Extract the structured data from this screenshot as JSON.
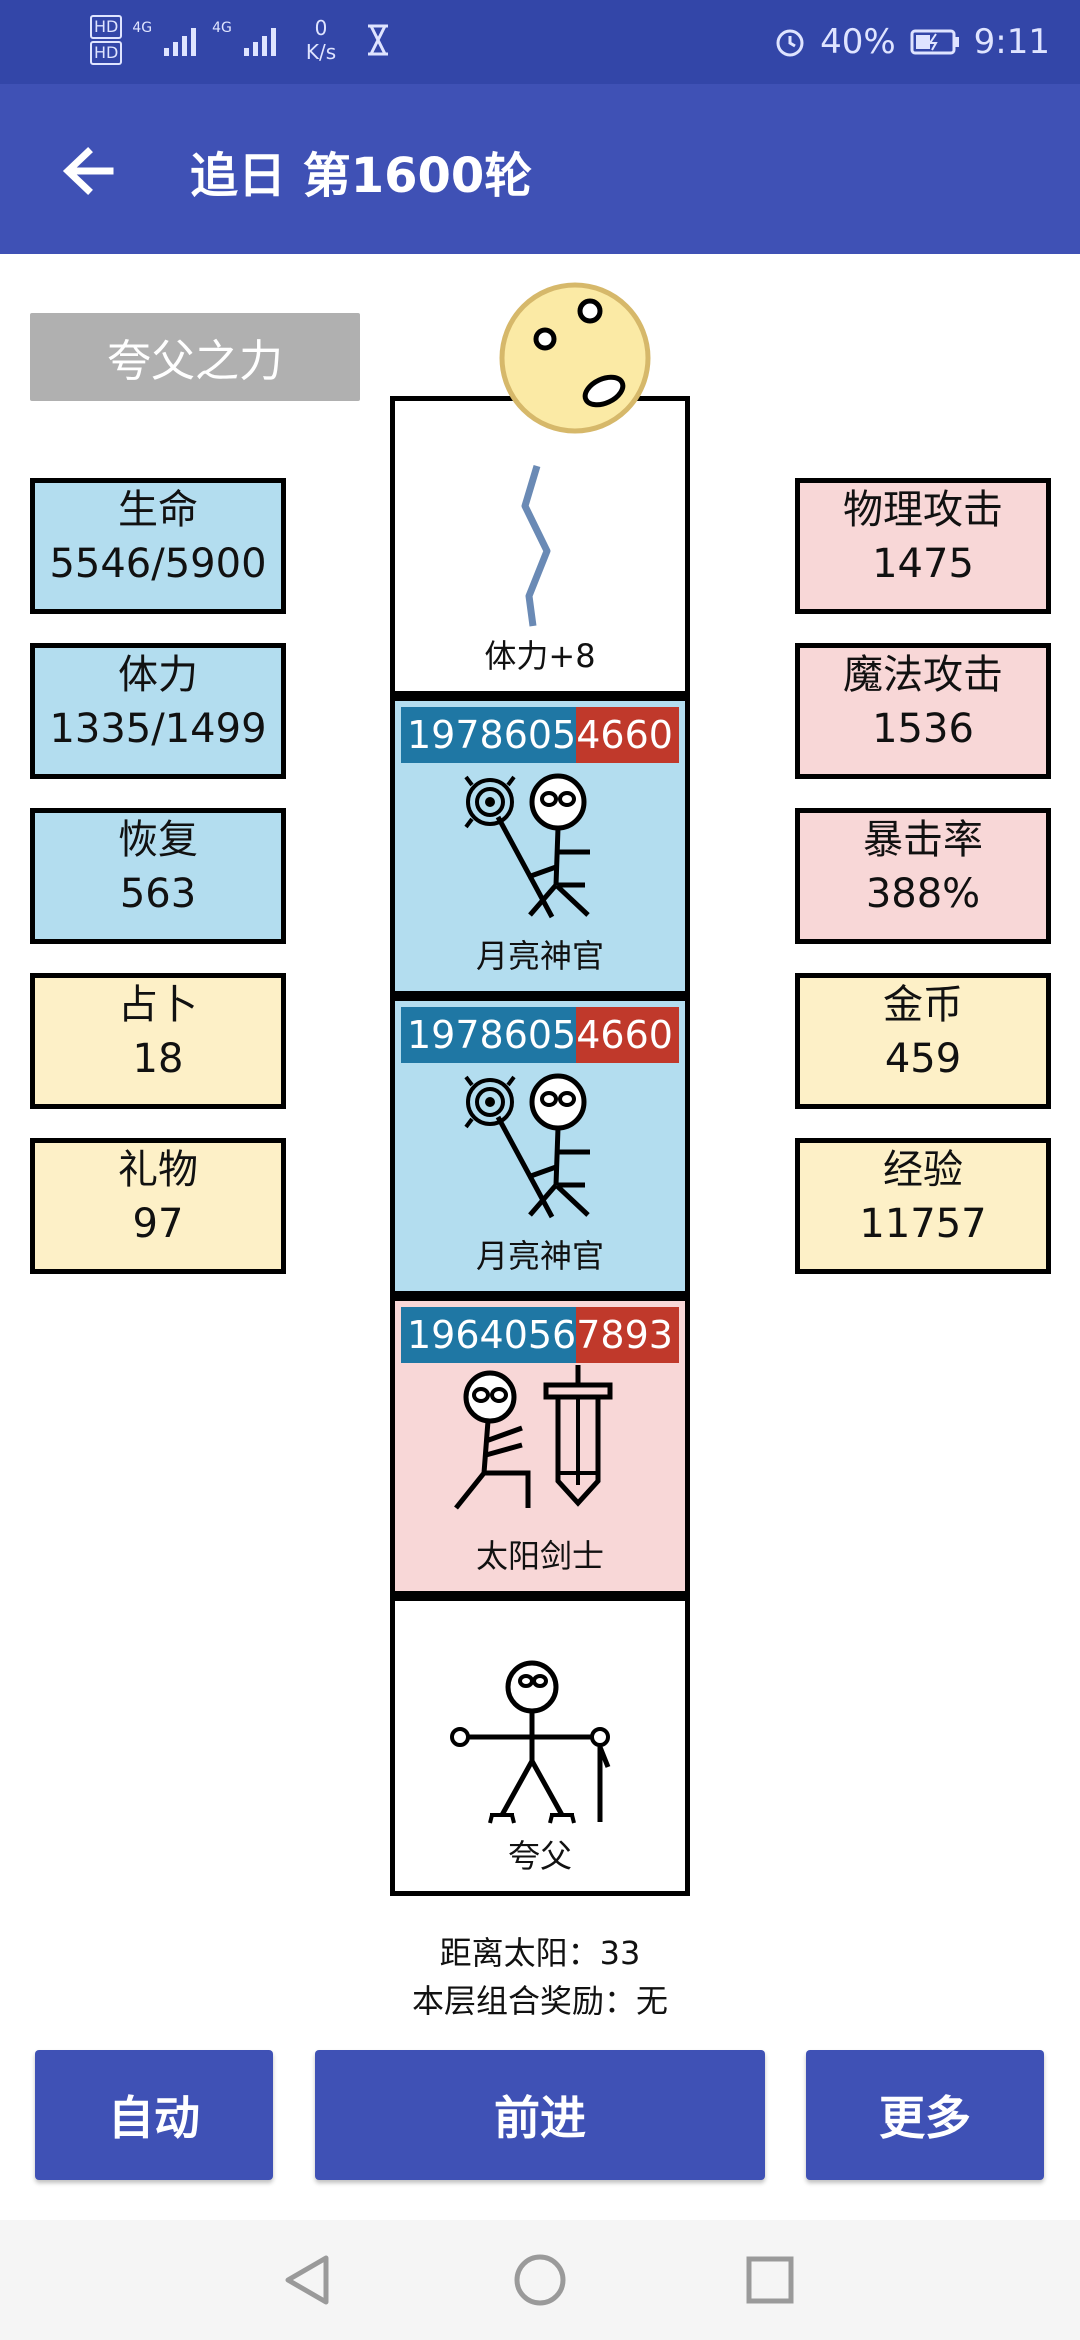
{
  "status_bar": {
    "sim1": "HD",
    "sim2": "HD",
    "net1": "4G",
    "net2": "4G",
    "speed_value": "0",
    "speed_unit": "K/s",
    "battery": "40%",
    "time": "9:11",
    "icons": [
      "hourglass-icon",
      "alarm-icon",
      "battery-icon"
    ]
  },
  "app_bar": {
    "title": "追日 第1600轮",
    "back_icon": "arrow-left-icon"
  },
  "skill_button": "夸父之力",
  "left_stats": [
    {
      "label": "生命",
      "value": "5546/5900",
      "color": "#b3ddef"
    },
    {
      "label": "体力",
      "value": "1335/1499",
      "color": "#b3ddef"
    },
    {
      "label": "恢复",
      "value": "563",
      "color": "#b3ddef"
    },
    {
      "label": "占卜",
      "value": "18",
      "color": "#fdf0c7"
    },
    {
      "label": "礼物",
      "value": "97",
      "color": "#fdf0c7"
    }
  ],
  "right_stats": [
    {
      "label": "物理攻击",
      "value": "1475",
      "color": "#f8d7d7"
    },
    {
      "label": "魔法攻击",
      "value": "1536",
      "color": "#f8d7d7"
    },
    {
      "label": "暴击率",
      "value": "388%",
      "color": "#f8d7d7"
    },
    {
      "label": "金币",
      "value": "459",
      "color": "#fdf0c7"
    },
    {
      "label": "经验",
      "value": "11757",
      "color": "#fdf0c7"
    }
  ],
  "tower": {
    "sun_icon": "sun-face-icon",
    "cells": [
      {
        "kind": "item",
        "label": "体力+8",
        "icon": "stamina-wave-icon"
      },
      {
        "kind": "enemy",
        "label": "月亮神官",
        "hp_atk": "1978605",
        "hp_def": "4660",
        "icon": "moon-priest-icon"
      },
      {
        "kind": "enemy",
        "label": "月亮神官",
        "hp_atk": "1978605",
        "hp_def": "4660",
        "icon": "moon-priest-icon"
      },
      {
        "kind": "enemy",
        "label": "太阳剑士",
        "hp_atk": "1964056",
        "hp_def": "7893",
        "icon": "sun-swordsman-icon"
      },
      {
        "kind": "player",
        "label": "夸父",
        "icon": "kuafu-player-icon"
      }
    ]
  },
  "info": {
    "distance": "距离太阳：33",
    "bonus": "本层组合奖励：无"
  },
  "buttons": {
    "auto": "自动",
    "advance": "前进",
    "more": "更多"
  },
  "nav_bar": {
    "icons": [
      "nav-back-icon",
      "nav-home-icon",
      "nav-recent-icon"
    ]
  },
  "colors": {
    "primary": "#3f51b5",
    "status_bar": "#3346a8",
    "blue_cell": "#b3ddef",
    "pink_cell": "#f8d7d7",
    "yellow_cell": "#fdf0c7",
    "hp_atk": "#1f77a4",
    "hp_def": "#c0392b",
    "sun": "#fbeaa5"
  }
}
